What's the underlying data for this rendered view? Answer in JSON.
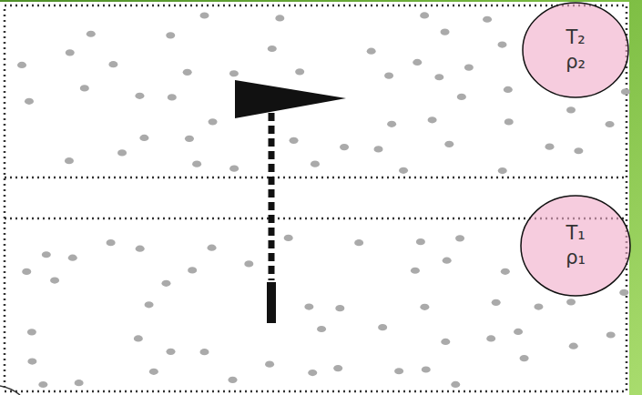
{
  "diagram": {
    "nodes": [
      {
        "text": [
          "T₂",
          "ρ₂"
        ]
      },
      {
        "text": [
          "T₁",
          "ρ₁"
        ]
      }
    ]
  }
}
